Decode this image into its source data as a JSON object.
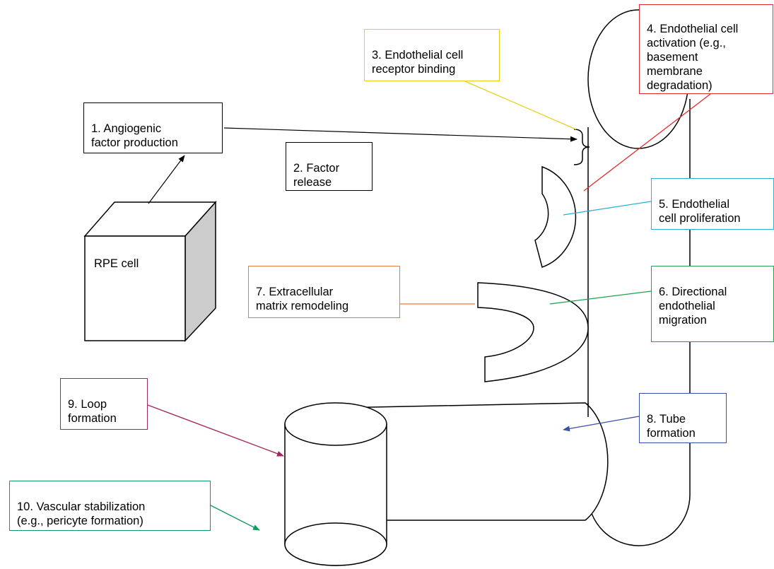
{
  "steps": {
    "s1": {
      "text": "1. Angiogenic\nfactor production",
      "color": "#000000"
    },
    "s2": {
      "text": "2. Factor\nrelease",
      "color": "#000000"
    },
    "s3": {
      "text": "3. Endothelial cell\nreceptor binding",
      "color": "#e6d21e"
    },
    "s4": {
      "text": "4. Endothelial cell\nactivation (e.g.,\nbasement\nmembrane\ndegradation)",
      "color": "#e02b2b"
    },
    "s5": {
      "text": "5. Endothelial\ncell proliferation",
      "color": "#2ab0d6"
    },
    "s6": {
      "text": "6. Directional\nendothelial\nmigration",
      "color": "#1fa34a"
    },
    "s7": {
      "text": "7. Extracellular\nmatrix remodeling",
      "color": "#ec7a3c"
    },
    "s8": {
      "text": "8. Tube\nformation",
      "color": "#3a4fa6"
    },
    "s9": {
      "text": "9. Loop\nformation",
      "color": "#a3265e"
    },
    "s10": {
      "text": "10. Vascular stabilization\n(e.g., pericyte formation)",
      "color": "#0f9a60"
    }
  },
  "rpe_cell": {
    "label": "RPE cell"
  },
  "colors": {
    "line": "#000000",
    "cube_side": "#cccccc"
  }
}
